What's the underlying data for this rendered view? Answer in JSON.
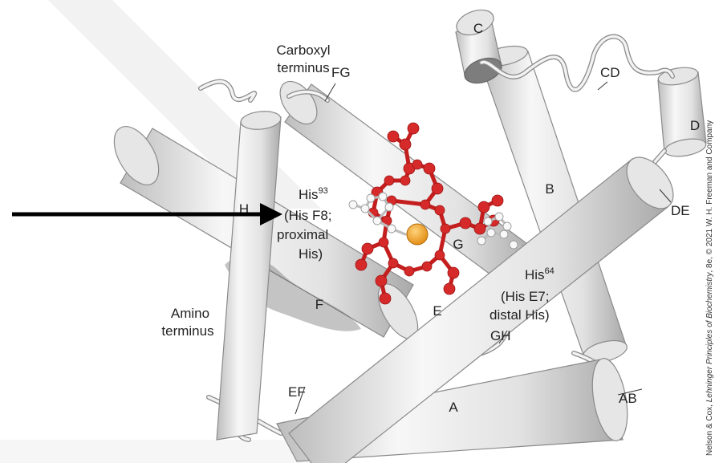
{
  "labels": {
    "helix_a": "A",
    "helix_b": "B",
    "helix_c": "C",
    "helix_d": "D",
    "helix_e": "E",
    "helix_f": "F",
    "helix_g": "G",
    "helix_h": "H",
    "loop_ab": "AB",
    "loop_cd": "CD",
    "loop_de": "DE",
    "loop_ef": "EF",
    "loop_fg": "FG",
    "loop_gh": "GH",
    "carboxyl_line1": "Carboxyl",
    "carboxyl_line2": "terminus",
    "amino_line1": "Amino",
    "amino_line2": "terminus",
    "his93_main": "His",
    "his93_sup": "93",
    "his93_line2": "(His F8;",
    "his93_line3": "proximal",
    "his93_line4": "His)",
    "his64_main": "His",
    "his64_sup": "64",
    "his64_line2": "(His E7;",
    "his64_line3": "distal His)"
  },
  "credit": {
    "prefix": "Nelson & Cox, ",
    "book": "Lehninger Principles of Biochemistry",
    "suffix": ", 8e, © 2021 W. H. Freeman and Company"
  },
  "colors": {
    "heme": "#d62a2a",
    "iron": "#f2a21a",
    "helix": "#e9e9e9",
    "arrow": "#000000"
  }
}
